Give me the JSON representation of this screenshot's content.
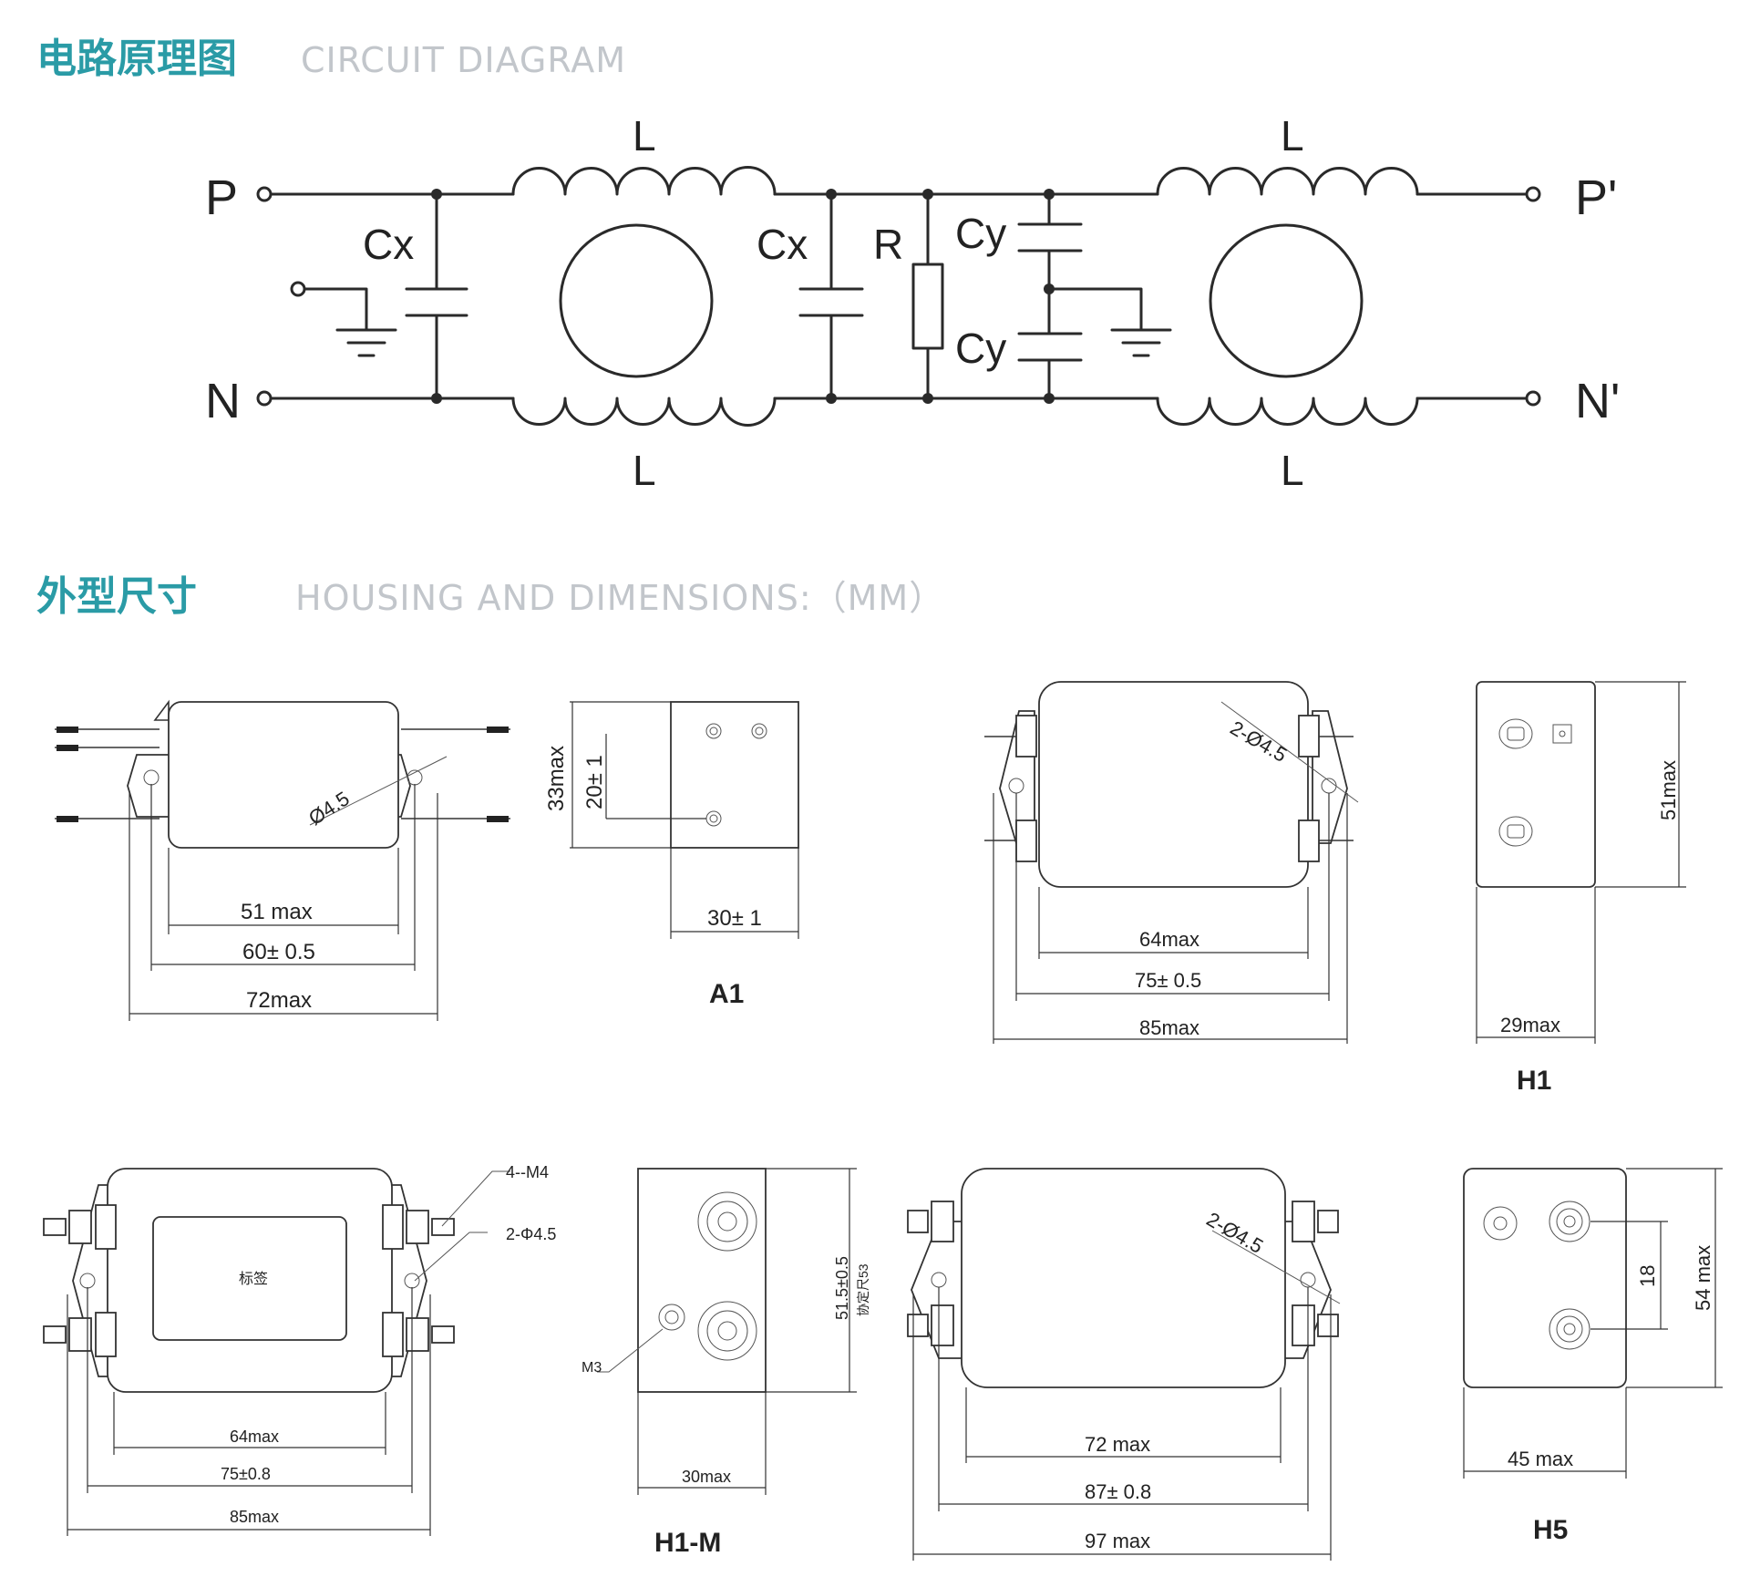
{
  "headings": {
    "circuit": {
      "cn": "电路原理图",
      "en": "CIRCUIT DIAGRAM"
    },
    "housing": {
      "cn": "外型尺寸",
      "en": "HOUSING AND DIMENSIONS:（MM）"
    }
  },
  "schematic": {
    "terminal_p": "P",
    "terminal_n": "N",
    "terminal_p_out": "P'",
    "terminal_n_out": "N'",
    "inductor": "L",
    "cx": "Cx",
    "resistor": "R",
    "cy": "Cy"
  },
  "a1": {
    "name": "A1",
    "hole": "Ø4.5",
    "w1": "51 max",
    "w2": "60± 0.5",
    "w3": "72max",
    "h_total": "33max",
    "h_mount": "20± 1",
    "depth": "30± 1"
  },
  "h1": {
    "name": "H1",
    "hole": "2-Ø4.5",
    "w1": "64max",
    "w2": "75± 0.5",
    "w3": "85max",
    "height": "51max",
    "depth": "29max"
  },
  "h1m": {
    "name": "H1-M",
    "thread": "4--M4",
    "hole": "2-Φ4.5",
    "label": "标签",
    "w1": "64max",
    "w2": "75±0.8",
    "w3": "85max",
    "screw": "M3",
    "height": "51.5±0.5",
    "height_note": "协定尺53",
    "depth": "30max"
  },
  "h5": {
    "name": "H5",
    "hole": "2-Ø4.5",
    "w1": "72 max",
    "w2": "87± 0.8",
    "w3": "97 max",
    "pitch": "18",
    "height": "54 max",
    "depth": "45 max"
  }
}
